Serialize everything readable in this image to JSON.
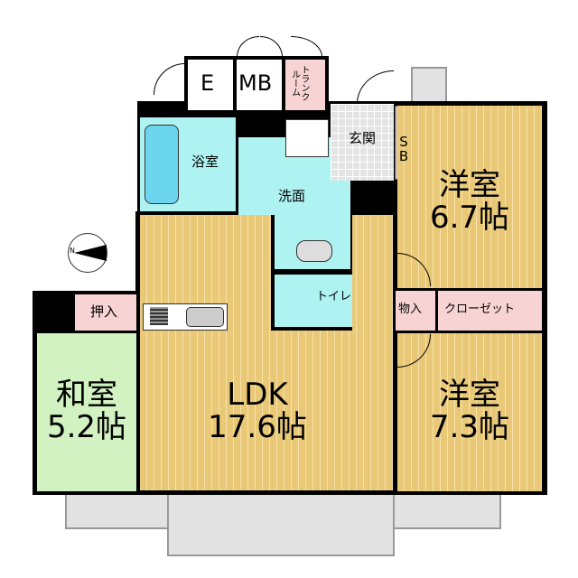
{
  "rooms": {
    "elevator": "E",
    "meter_box": "MB",
    "trunk_room": "トランクルーム",
    "trunk_room_line1": "トランク",
    "trunk_room_line2": "ルーム",
    "bathroom": "浴室",
    "washroom": "洗面",
    "entrance": "玄関",
    "shoe_box": "SB",
    "western_room_1": {
      "name": "洋室",
      "size": "6.7帖"
    },
    "storage": "物入",
    "closet": "クローゼット",
    "western_room_2": {
      "name": "洋室",
      "size": "7.3帖"
    },
    "toilet": "トイレ",
    "ldk": {
      "name": "LDK",
      "size": "17.6帖"
    },
    "oshiire": "押入",
    "japanese_room": {
      "name": "和室",
      "size": "5.2帖"
    }
  },
  "compass": {
    "north_label": "N"
  },
  "colors": {
    "wood": "#e9c977",
    "wet_area": "#aef2f2",
    "storage": "#f8d3d3",
    "tatami": "#d2f2c2",
    "tile": "#e4e4e4",
    "wall": "#000000"
  }
}
